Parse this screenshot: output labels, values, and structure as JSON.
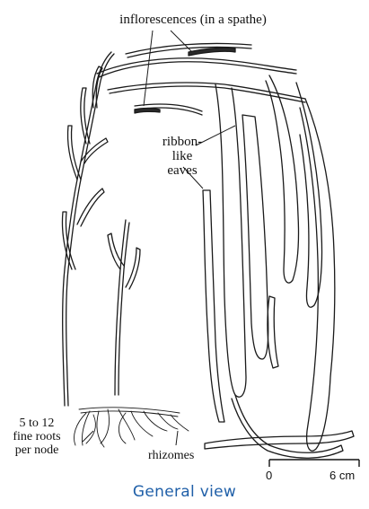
{
  "labels": {
    "inflorescences": "inflorescences (in a spathe)",
    "ribbon_line1": "ribbon-",
    "ribbon_line2": "like",
    "ribbon_line3": "eaves",
    "roots_line1": "5 to 12",
    "roots_line2": "fine roots",
    "roots_line3": "per node",
    "rhizomes": "rhizomes"
  },
  "scale_bar": {
    "start": "0",
    "end": "6 cm"
  },
  "caption": "General view",
  "colors": {
    "caption": "#1f5fa8",
    "ink": "#111111",
    "background": "#ffffff"
  }
}
